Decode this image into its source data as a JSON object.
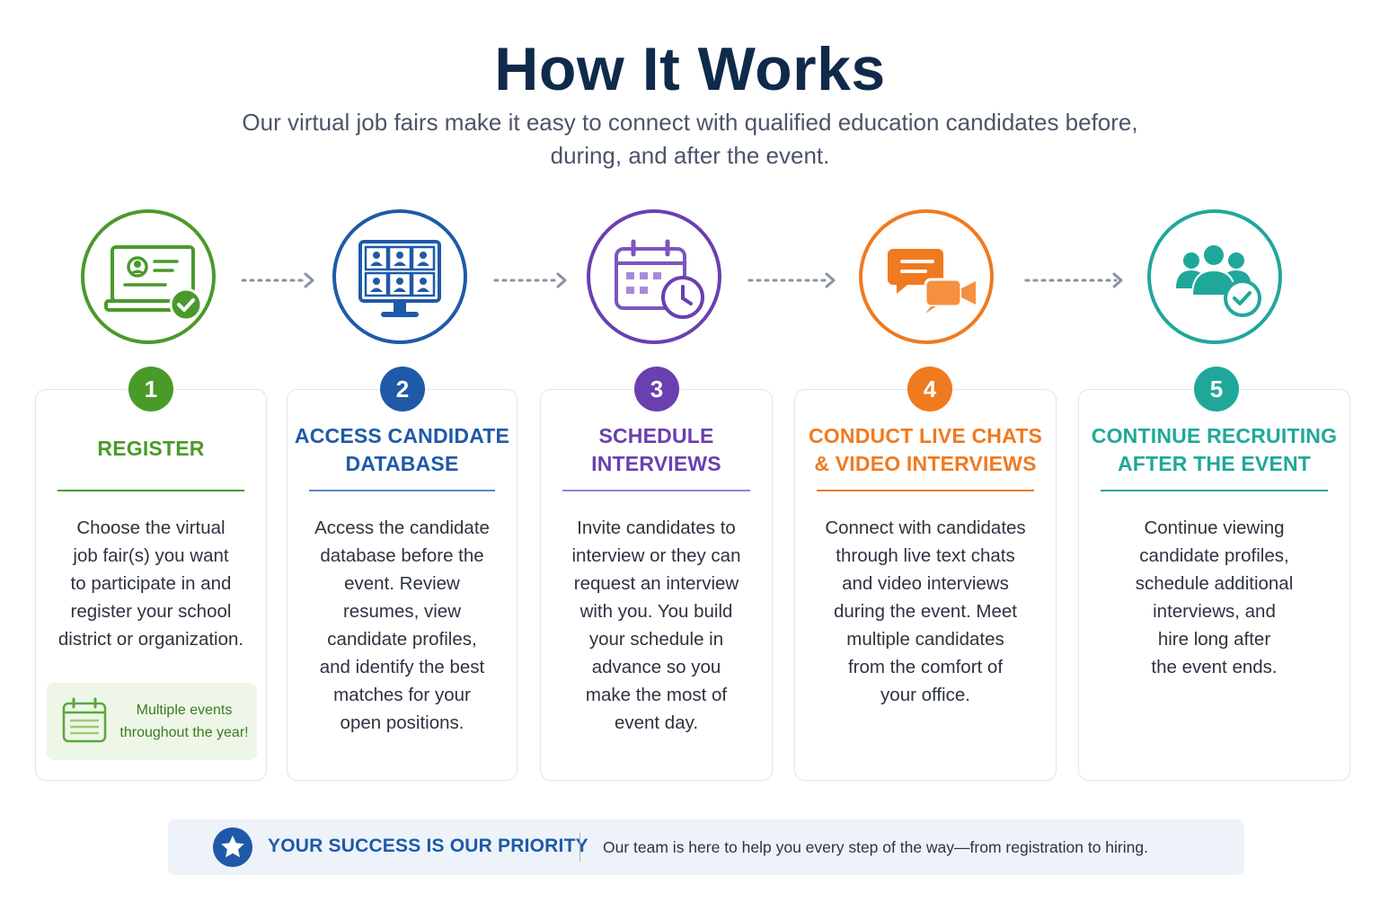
{
  "header": {
    "title": "How It Works",
    "subtitle": "Our virtual job fairs make it easy to connect with qualified education candidates before, during, and after the event."
  },
  "colors": {
    "green": "#4a9a2a",
    "blue": "#1e5aa8",
    "purple": "#6a3fb0",
    "orange": "#f07a1f",
    "teal": "#1fa89a",
    "navy": "#0f2a4a",
    "arrow": "#8a93a0"
  },
  "steps": [
    {
      "number": "1",
      "title": "REGISTER",
      "icon": "laptop-profile-check-icon",
      "text": "Choose the virtual\njob fair(s) you want\nto participate in and\nregister your school\ndistrict or organization.",
      "note": {
        "icon": "calendar-icon",
        "text": "Multiple events\nthroughout the year!"
      }
    },
    {
      "number": "2",
      "title": "ACCESS CANDIDATE\nDATABASE",
      "icon": "monitor-candidates-grid-icon",
      "text": "Access the candidate\ndatabase before the\nevent. Review\nresumes, view\ncandidate profiles,\nand identify the best\nmatches for your\nopen positions."
    },
    {
      "number": "3",
      "title": "SCHEDULE\nINTERVIEWS",
      "icon": "calendar-clock-icon",
      "text": "Invite candidates to\ninterview or they can\nrequest an interview\nwith you. You build\nyour schedule in\nadvance so you\nmake the most of\nevent day."
    },
    {
      "number": "4",
      "title": "CONDUCT LIVE CHATS\n& VIDEO INTERVIEWS",
      "icon": "chat-video-icon",
      "text": "Connect with candidates\nthrough live text chats\nand video interviews\nduring the event. Meet\nmultiple candidates\nfrom the comfort of\nyour office."
    },
    {
      "number": "5",
      "title": "CONTINUE RECRUITING\nAFTER THE EVENT",
      "icon": "group-check-icon",
      "text": "Continue viewing\ncandidate profiles,\nschedule additional\ninterviews, and\nhire long after\nthe event ends."
    }
  ],
  "banner": {
    "icon": "star-icon",
    "heading": "YOUR SUCCESS IS OUR PRIORITY",
    "text": "Our team is here to help you every step of the way—from registration to hiring."
  }
}
